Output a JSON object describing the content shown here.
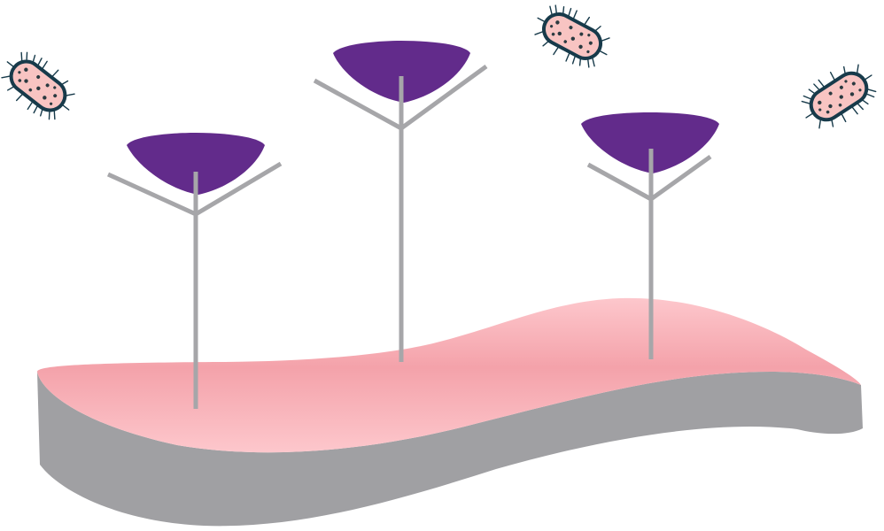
{
  "colors": {
    "background": "#ffffff",
    "membrane_side": "#a0a0a3",
    "membrane_top_dark": "#f4a2aa",
    "membrane_top_light": "#fdc7cc",
    "receptor_stalk": "#a6a6a9",
    "receptor_head": "#622b8b",
    "bacterium_body": "#f8c4c2",
    "bacterium_outline": "#173a4a",
    "bacterium_spots": "#2a3a40"
  },
  "elements": {
    "membrane": "membrane-slab",
    "receptors": [
      "receptor-1",
      "receptor-2",
      "receptor-3"
    ],
    "bacteria": [
      "bacterium-1",
      "bacterium-2",
      "bacterium-3"
    ]
  },
  "icons": {
    "bacterium": "bacterium-icon",
    "receptor": "y-receptor-icon"
  }
}
